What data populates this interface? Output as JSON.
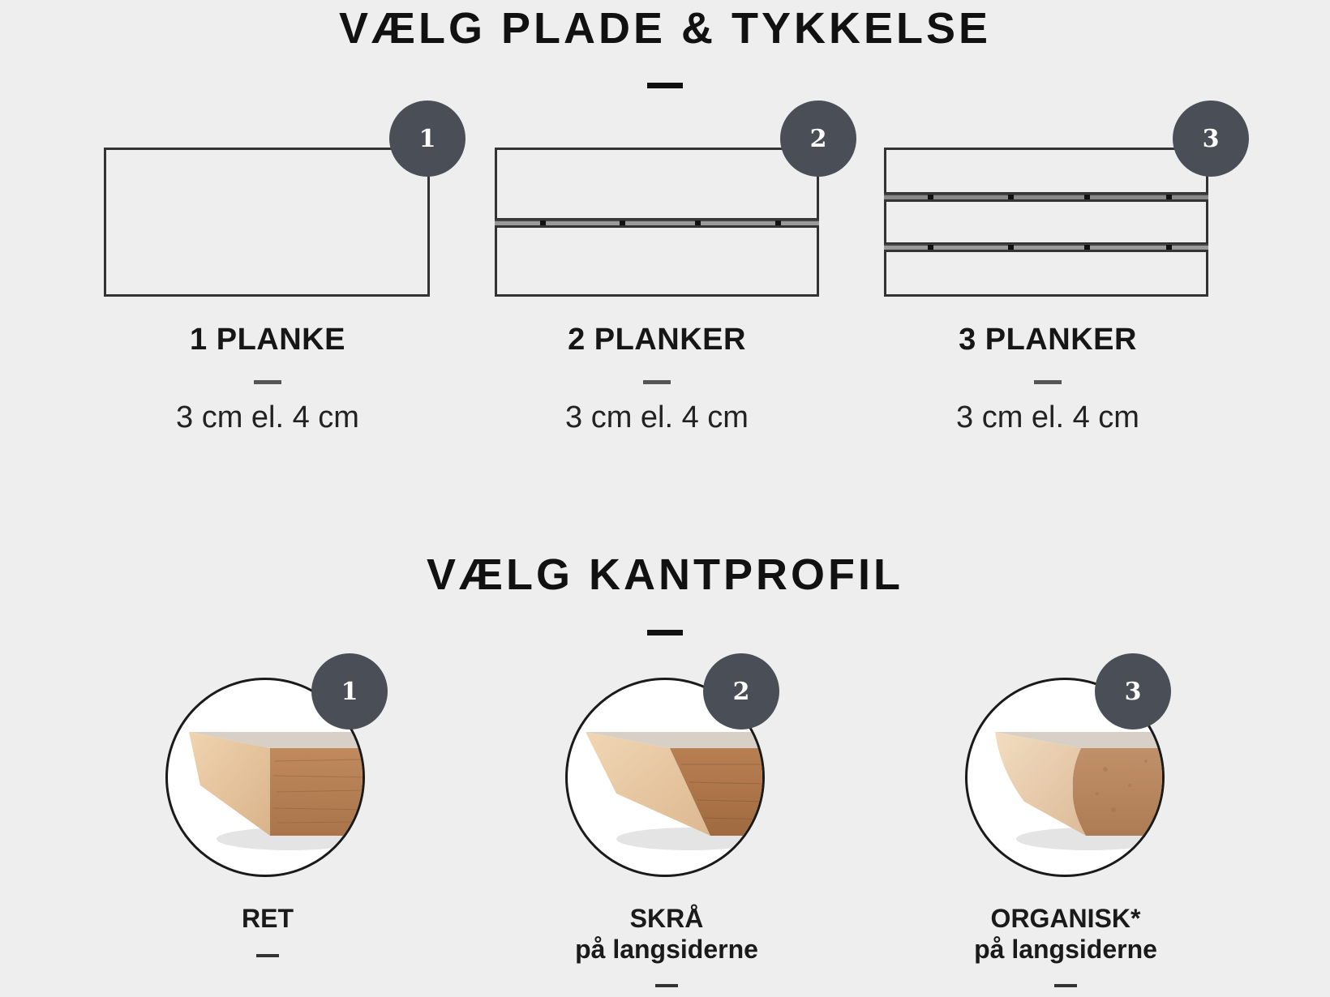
{
  "section_plate": {
    "title": "VÆLG PLADE & TYKKELSE",
    "options": [
      {
        "number": "1",
        "label": "1 PLANKE",
        "thickness": "3 cm el. 4 cm",
        "planks": 1
      },
      {
        "number": "2",
        "label": "2 PLANKER",
        "thickness": "3 cm el. 4 cm",
        "planks": 2
      },
      {
        "number": "3",
        "label": "3 PLANKER",
        "thickness": "3 cm el. 4 cm",
        "planks": 3
      }
    ]
  },
  "section_edge": {
    "title": "VÆLG KANTPROFIL",
    "options": [
      {
        "number": "1",
        "label": "RET",
        "sub": ""
      },
      {
        "number": "2",
        "label": "SKRÅ",
        "sub": "på langsiderne"
      },
      {
        "number": "3",
        "label": "ORGANISK*",
        "sub": "på langsiderne"
      }
    ]
  },
  "colors": {
    "background": "#eeeeee",
    "badge": "#4a4f57",
    "text": "#111111",
    "wood_light": "#e8c9a4",
    "wood_dark": "#b07a50"
  }
}
